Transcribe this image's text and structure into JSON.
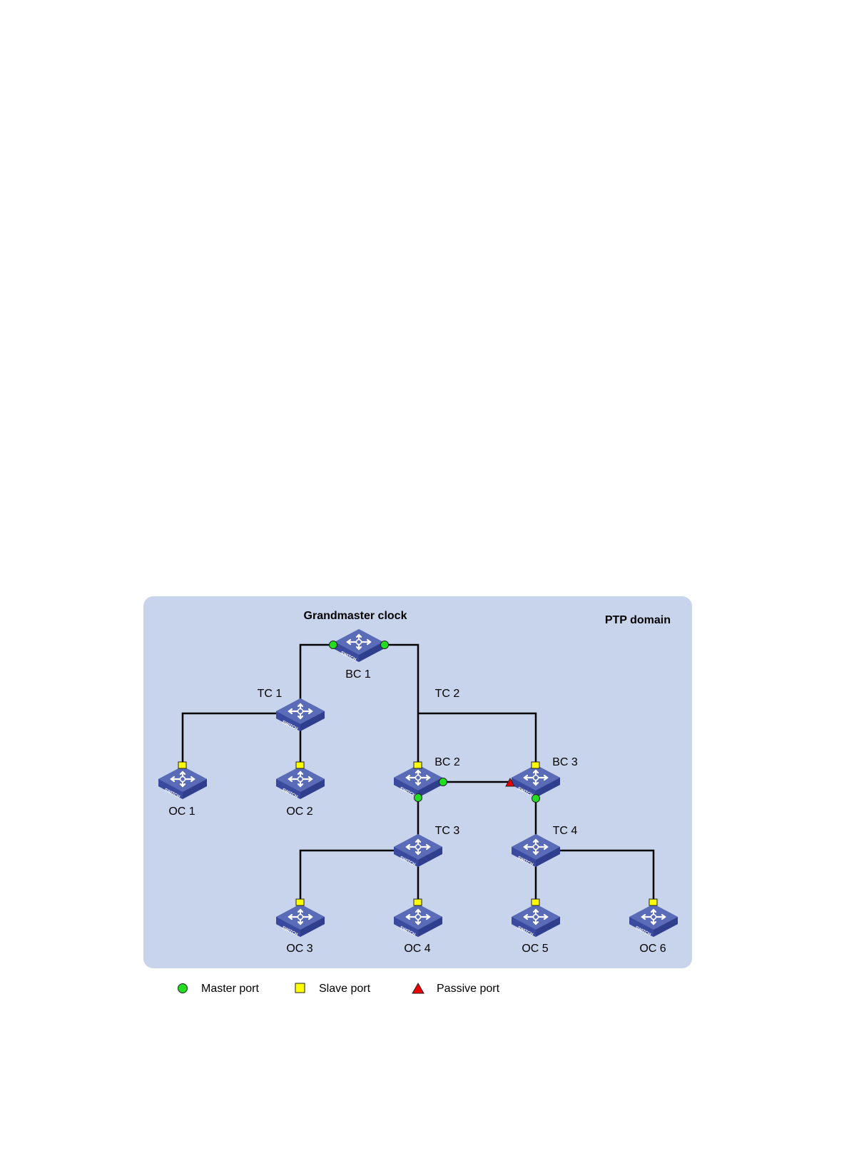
{
  "domain_label": "PTP domain",
  "grandmaster_label": "Grandmaster clock",
  "devices": [
    {
      "id": "bc1",
      "label": "BC 1"
    },
    {
      "id": "tc1",
      "label": "TC 1"
    },
    {
      "id": "tc2",
      "label": "TC 2"
    },
    {
      "id": "bc2",
      "label": "BC 2"
    },
    {
      "id": "bc3",
      "label": "BC 3"
    },
    {
      "id": "oc1",
      "label": "OC 1"
    },
    {
      "id": "oc2",
      "label": "OC 2"
    },
    {
      "id": "tc3",
      "label": "TC 3"
    },
    {
      "id": "tc4",
      "label": "TC 4"
    },
    {
      "id": "oc3",
      "label": "OC 3"
    },
    {
      "id": "oc4",
      "label": "OC 4"
    },
    {
      "id": "oc5",
      "label": "OC 5"
    },
    {
      "id": "oc6",
      "label": "OC 6"
    }
  ],
  "device_icon_text": "SWITCH",
  "legend": [
    {
      "shape": "circle",
      "label": "Master port",
      "color": "#22dd22"
    },
    {
      "shape": "square",
      "label": "Slave port",
      "color": "#ffff00"
    },
    {
      "shape": "triangle",
      "label": "Passive port",
      "color": "#ee0000"
    }
  ],
  "colors": {
    "domain_bg": "#c8d3ec",
    "switch_top": "#5a6bb8",
    "switch_side": "#2f3f8e",
    "master": "#22dd22",
    "slave": "#ffff00",
    "passive": "#ee0000"
  }
}
